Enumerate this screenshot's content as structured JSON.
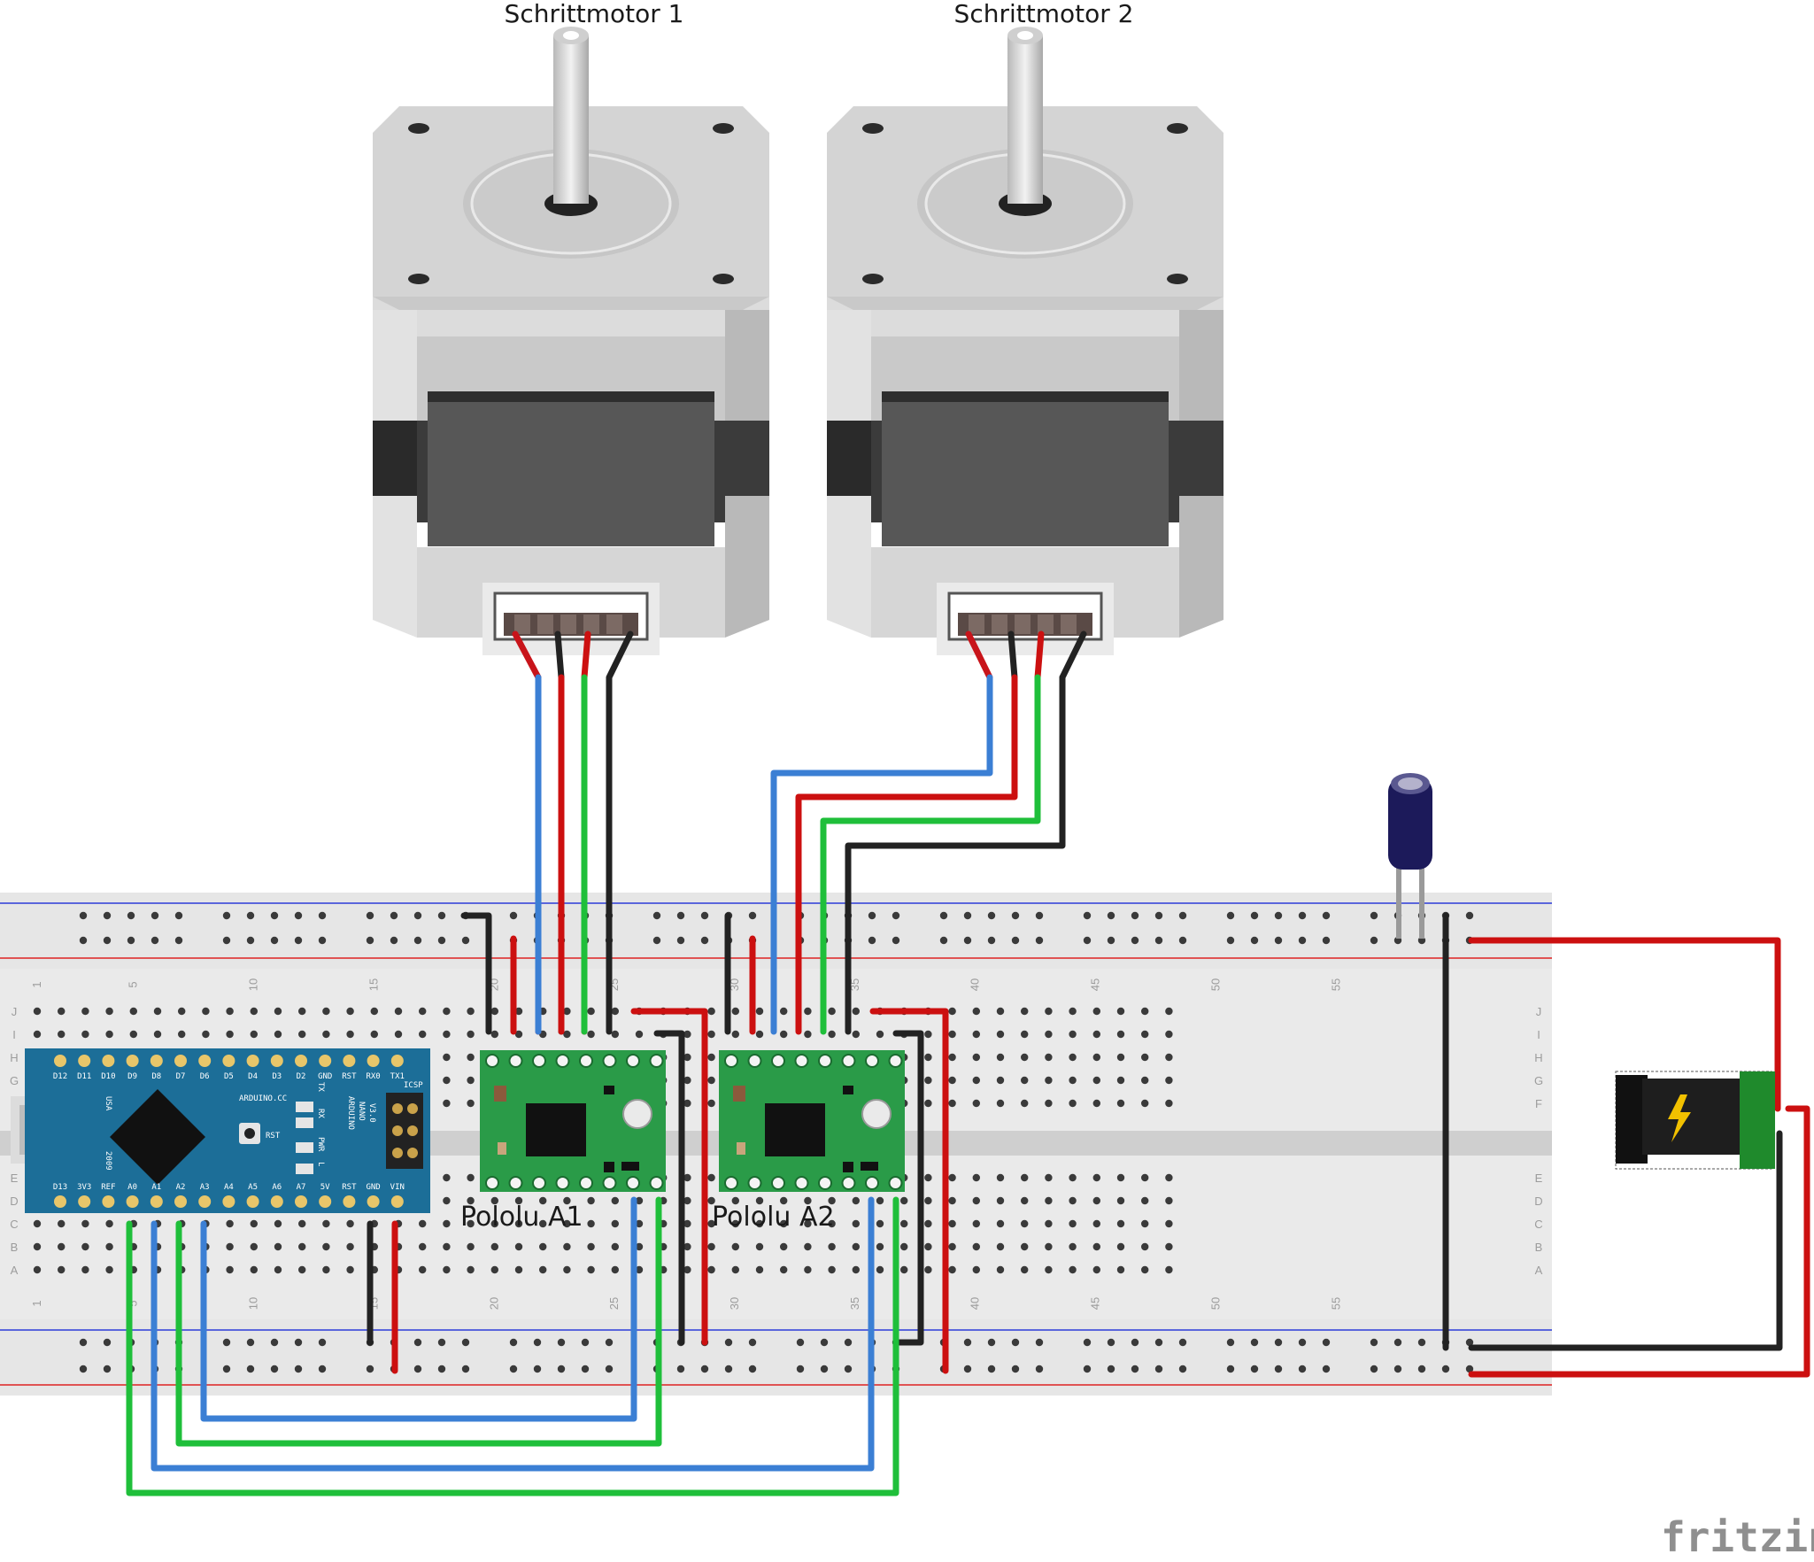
{
  "labels": {
    "motor1": "Schrittmotor 1",
    "motor2": "Schrittmotor 2",
    "driver1": "Pololu A1",
    "driver2": "Pololu A2",
    "brand": "fritzing"
  },
  "arduino": {
    "top_pins": [
      "D12",
      "D11",
      "D10",
      "D9",
      "D8",
      "D7",
      "D6",
      "D5",
      "D4",
      "D3",
      "D2",
      "GND",
      "RST",
      "RX0",
      "TX1"
    ],
    "bottom_pins": [
      "D13",
      "3V3",
      "REF",
      "A0",
      "A1",
      "A2",
      "A3",
      "A4",
      "A5",
      "A6",
      "A7",
      "5V",
      "RST",
      "GND",
      "VIN"
    ],
    "brand_line": "ARDUINO.CC",
    "model_lines": [
      "ARDUINO",
      "NANO",
      "V3.0"
    ],
    "usa": "USA",
    "year": "2009",
    "icsp": "ICSP",
    "rst": "RST",
    "led_labels": [
      "TX",
      "RX",
      "PWR",
      "L"
    ]
  },
  "breadboard": {
    "row_letters_top": [
      "J",
      "I",
      "H",
      "G",
      "F"
    ],
    "row_letters_bottom": [
      "E",
      "D",
      "C",
      "B",
      "A"
    ],
    "column_numbers": [
      "1",
      "5",
      "10",
      "15",
      "20",
      "25",
      "30",
      "35",
      "40",
      "45",
      "50",
      "55"
    ]
  },
  "colors": {
    "red": "#cc1010",
    "black": "#222222",
    "blue": "#3b7fd4",
    "green": "#1fbf3a",
    "nano_blue": "#1c6e98",
    "driver_green": "#2a9b48"
  }
}
